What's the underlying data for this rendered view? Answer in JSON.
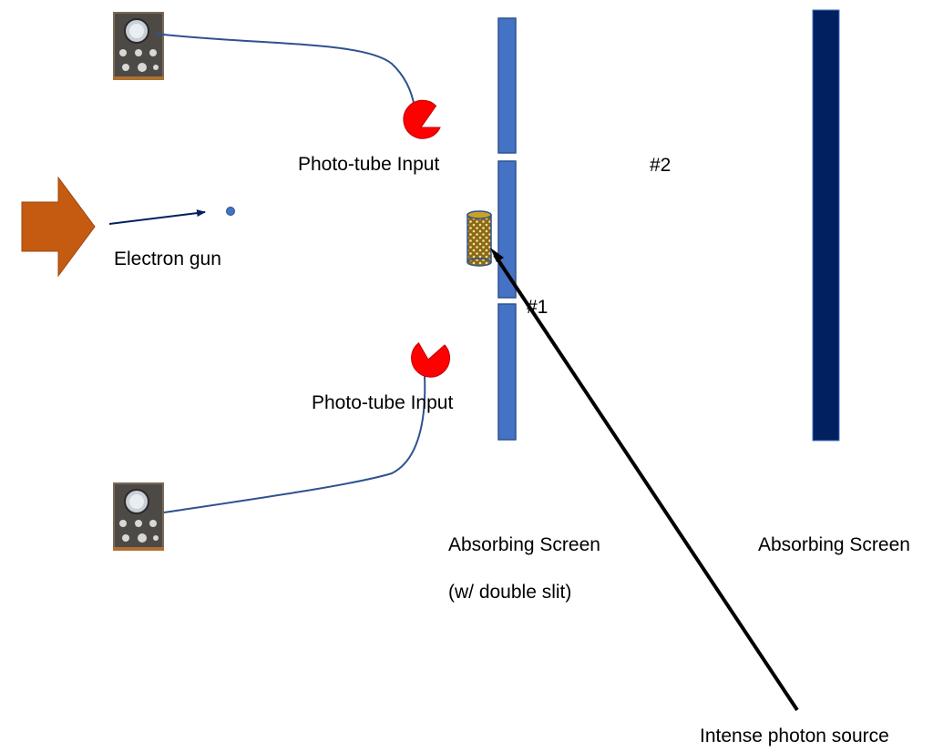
{
  "labels": {
    "phototube_top": "Photo-tube Input",
    "phototube_bottom": "Photo-tube Input",
    "electron_gun": "Electron gun",
    "slit_2": "#2",
    "slit_1": "#1",
    "screen_left_line1": "Absorbing Screen",
    "screen_left_line2": "(w/ double slit)",
    "screen_right": "Absorbing Screen",
    "photon_source": "Intense photon source"
  },
  "icons": {
    "oscilloscope": "oscilloscope-icon",
    "phototube": "phototube-icon",
    "electron_gun": "electron-gun-arrow-icon",
    "electron": "electron-dot-icon",
    "detector": "cylinder-detector-icon"
  },
  "colors": {
    "slit_screen": "#4472c4",
    "slit_screen_edge": "#2f528f",
    "back_screen": "#002060",
    "gun_arrow": "#c55a11",
    "phototube": "#ff0000",
    "wire": "#2f528f",
    "electron_path": "#002060",
    "photon_beam": "#000000",
    "detector_fill": "#8b6914",
    "detector_dots": "#f2e0a0"
  }
}
